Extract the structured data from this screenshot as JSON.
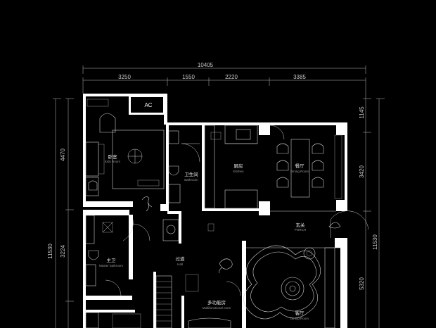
{
  "dimensions": {
    "total_width": "10405",
    "top_segments": [
      "3250",
      "1550",
      "2220",
      "3385"
    ],
    "left_vertical": [
      "4470",
      "3224"
    ],
    "left_total": "11530",
    "right_vertical": [
      "1145",
      "3420",
      "5320"
    ],
    "right_total": "11530"
  },
  "equipment": {
    "ac_label": "AC"
  },
  "rooms": {
    "bedroom": {
      "cn": "卧室",
      "en": "Kids Room"
    },
    "bathroom": {
      "cn": "卫生间",
      "en": "Bathroom"
    },
    "kitchen": {
      "cn": "厨房",
      "en": "Kitchen"
    },
    "dining": {
      "cn": "餐厅",
      "en": "Dining Room"
    },
    "porch": {
      "cn": "玄关",
      "en": "PORCH"
    },
    "master_bath": {
      "cn": "主卫",
      "en": "Master bathroom"
    },
    "corridor": {
      "cn": "过道",
      "en": "Hall"
    },
    "multi_room": {
      "cn": "多功能房",
      "en": "Multifunctional room"
    },
    "living": {
      "cn": "客厅",
      "en": "Dining Room"
    }
  }
}
